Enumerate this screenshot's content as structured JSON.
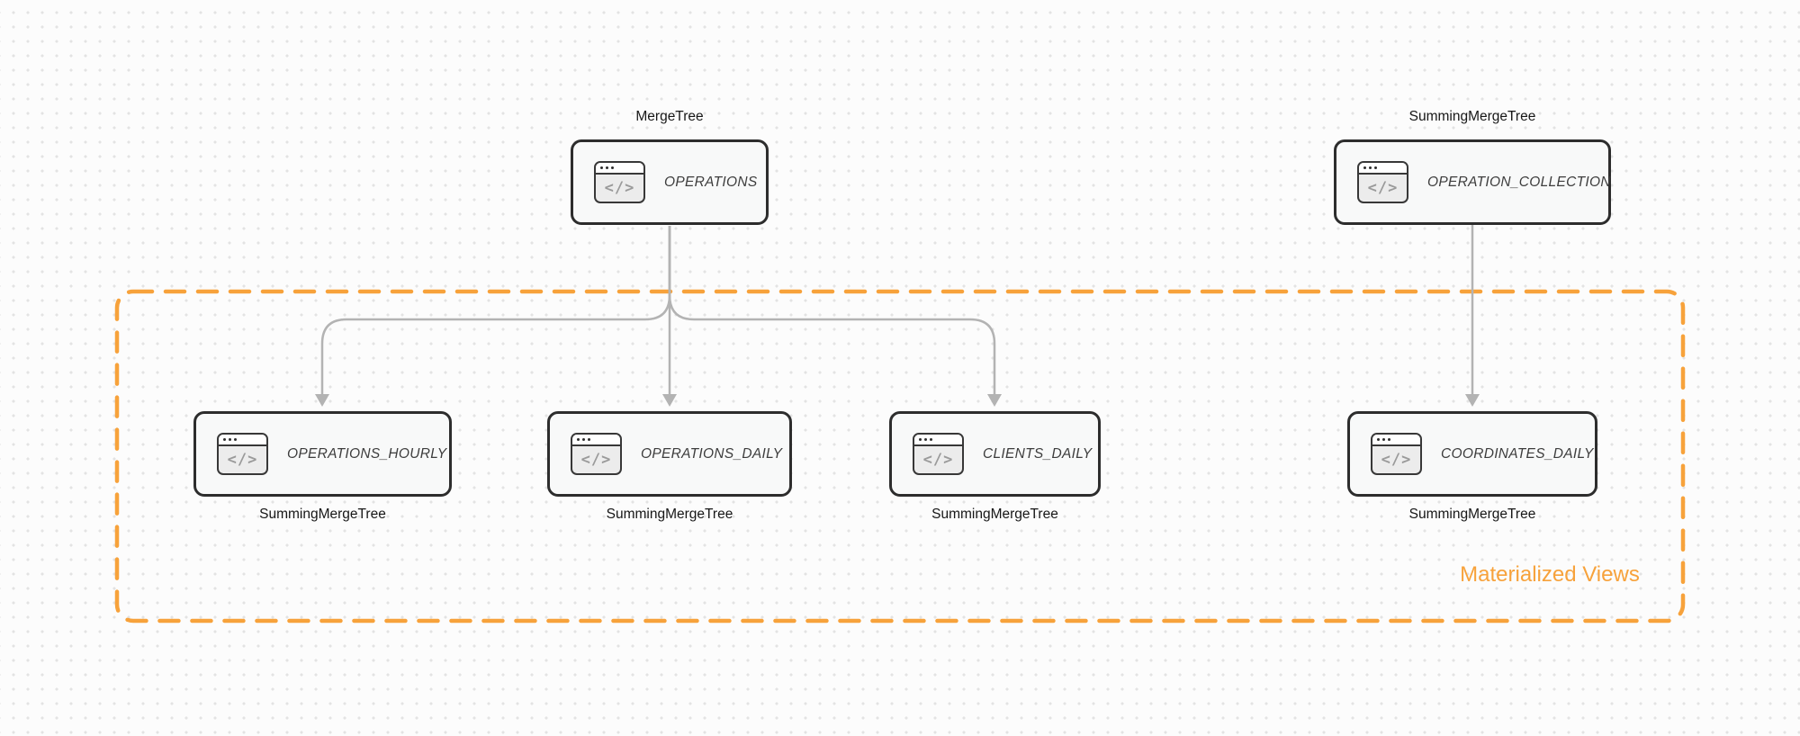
{
  "diagram": {
    "group_label": "Materialized Views",
    "icon_glyph": "</>",
    "nodes": [
      {
        "id": "operations",
        "table": "OPERATIONS",
        "engine": "MergeTree",
        "engine_label_position": "above"
      },
      {
        "id": "operation-collection",
        "table": "OPERATION_COLLECTION",
        "engine": "SummingMergeTree",
        "engine_label_position": "above"
      },
      {
        "id": "operations-hourly",
        "table": "OPERATIONS_HOURLY",
        "engine": "SummingMergeTree",
        "engine_label_position": "below"
      },
      {
        "id": "operations-daily",
        "table": "OPERATIONS_DAILY",
        "engine": "SummingMergeTree",
        "engine_label_position": "below"
      },
      {
        "id": "clients-daily",
        "table": "CLIENTS_DAILY",
        "engine": "SummingMergeTree",
        "engine_label_position": "below"
      },
      {
        "id": "coordinates-daily",
        "table": "COORDINATES_DAILY",
        "engine": "SummingMergeTree",
        "engine_label_position": "below"
      }
    ],
    "edges": [
      {
        "from": "OPERATIONS",
        "to": "OPERATIONS_HOURLY"
      },
      {
        "from": "OPERATIONS",
        "to": "OPERATIONS_DAILY"
      },
      {
        "from": "OPERATIONS",
        "to": "CLIENTS_DAILY"
      },
      {
        "from": "OPERATION_COLLECTION",
        "to": "COORDINATES_DAILY"
      }
    ],
    "colors": {
      "accent_orange": "#F7A23B",
      "arrow_gray": "#B3B3B3",
      "node_border": "#2D2D2D",
      "node_fill": "#F8F9F9",
      "node_text": "#3D3D3D",
      "label_text": "#171717",
      "background": "#FCFCFC",
      "dot": "#E3E3E3"
    }
  }
}
